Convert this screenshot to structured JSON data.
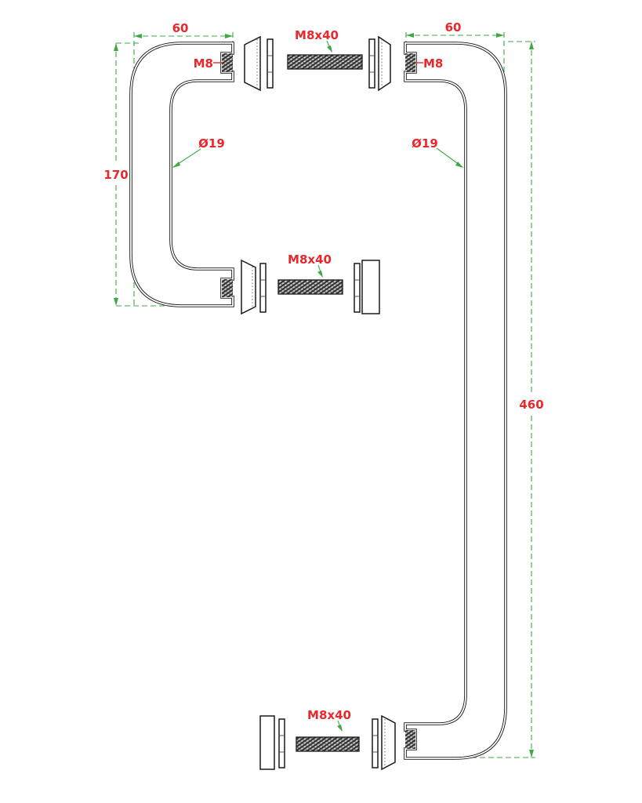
{
  "drawing": {
    "title": "door-pull-handle-technical-drawing",
    "colors": {
      "background": "#ffffff",
      "outline": "#1a1a1a",
      "dimension_line": "#3fa845",
      "dimension_text": "#e8282c"
    },
    "left_handle": {
      "width": "60",
      "height": "170",
      "thread": "M8",
      "tube_diameter": "Ø19"
    },
    "right_handle": {
      "width": "60",
      "height": "460",
      "thread": "M8",
      "tube_diameter": "Ø19"
    },
    "studs": {
      "top": "M8x40",
      "middle": "M8x40",
      "bottom": "M8x40"
    }
  }
}
